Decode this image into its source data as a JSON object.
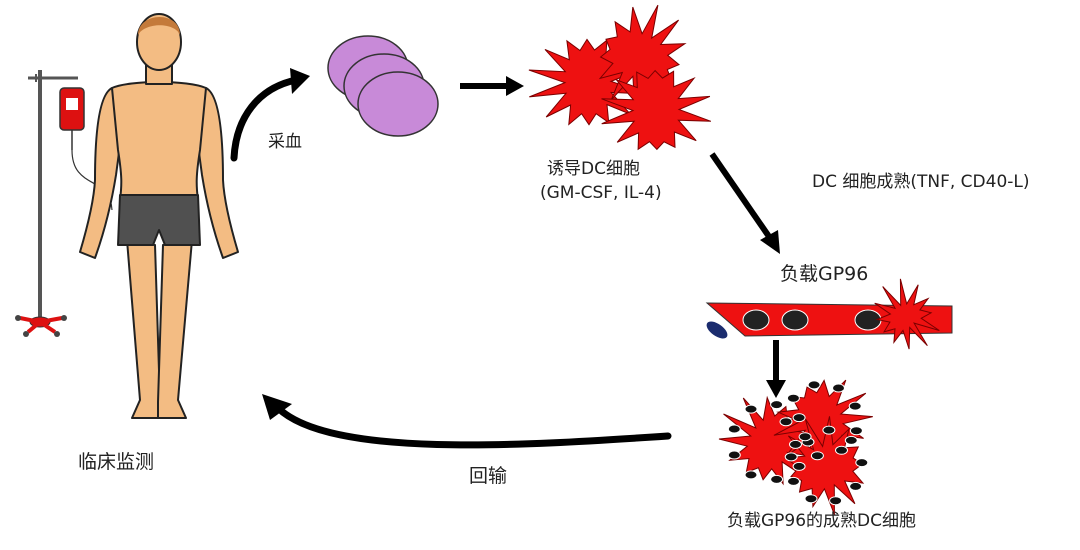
{
  "labels": {
    "blood_draw": "采血",
    "induce_dc_line1": "诱导DC细胞",
    "induce_dc_line2": "(GM-CSF, IL-4)",
    "dc_maturation": "DC 细胞成熟(TNF, CD40-L)",
    "load_gp96": "负载GP96",
    "loaded_mature_dc": "负载GP96的成熟DC细胞",
    "reinfusion": "回输",
    "clinical_monitoring": "临床监测"
  },
  "colors": {
    "cell_red": "#ee1111",
    "skin": "#f3bc83",
    "shorts": "#505050",
    "monocyte": "#c88ad8",
    "arrow": "#000000",
    "iv_bag": "#dd1111",
    "dark_blue": "#1b2c6e"
  },
  "icons": [
    "human-figure",
    "iv-drip-stand-icon",
    "monocyte-cells",
    "dc-cell-cluster",
    "gp96-strip",
    "loaded-dc-cluster"
  ]
}
